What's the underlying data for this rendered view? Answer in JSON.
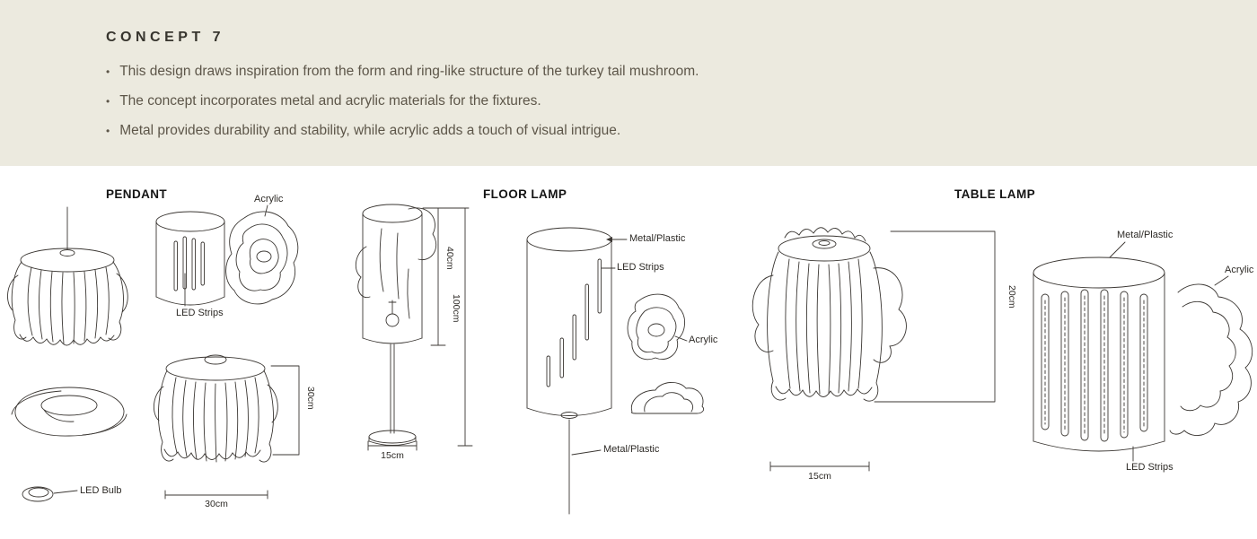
{
  "header": {
    "title": "CONCEPT 7",
    "bullet_glyph": "•",
    "bullets": [
      "This design draws inspiration from the form and ring-like structure of the turkey tail mushroom.",
      "The concept incorporates metal and acrylic materials for the fixtures.",
      "Metal provides durability and stability, while acrylic adds a touch of visual intrigue."
    ]
  },
  "sections": {
    "pendant": {
      "title": "PENDANT",
      "labels": {
        "acrylic": "Acrylic",
        "led_strips": "LED Strips",
        "led_bulb": "LED Bulb"
      },
      "dimensions": {
        "height": "30cm",
        "width": "30cm"
      }
    },
    "floor_lamp": {
      "title": "FLOOR LAMP",
      "labels": {
        "metal_plastic_top": "Metal/Plastic",
        "led_strips": "LED Strips",
        "acrylic": "Acrylic",
        "metal_plastic_bottom": "Metal/Plastic"
      },
      "dimensions": {
        "shade_height": "40cm",
        "total_height": "100cm",
        "base_width": "15cm"
      }
    },
    "table_lamp": {
      "title": "TABLE LAMP",
      "labels": {
        "metal_plastic": "Metal/Plastic",
        "acrylic": "Acrylic",
        "led_strips": "LED Strips"
      },
      "dimensions": {
        "height": "20cm",
        "width": "15cm"
      }
    }
  },
  "colors": {
    "header_background": "#eceadf",
    "canvas_background": "#ffffff",
    "sketch_ink": "#3b3733",
    "body_text": "#5d5649",
    "heading_text": "#37352e"
  }
}
